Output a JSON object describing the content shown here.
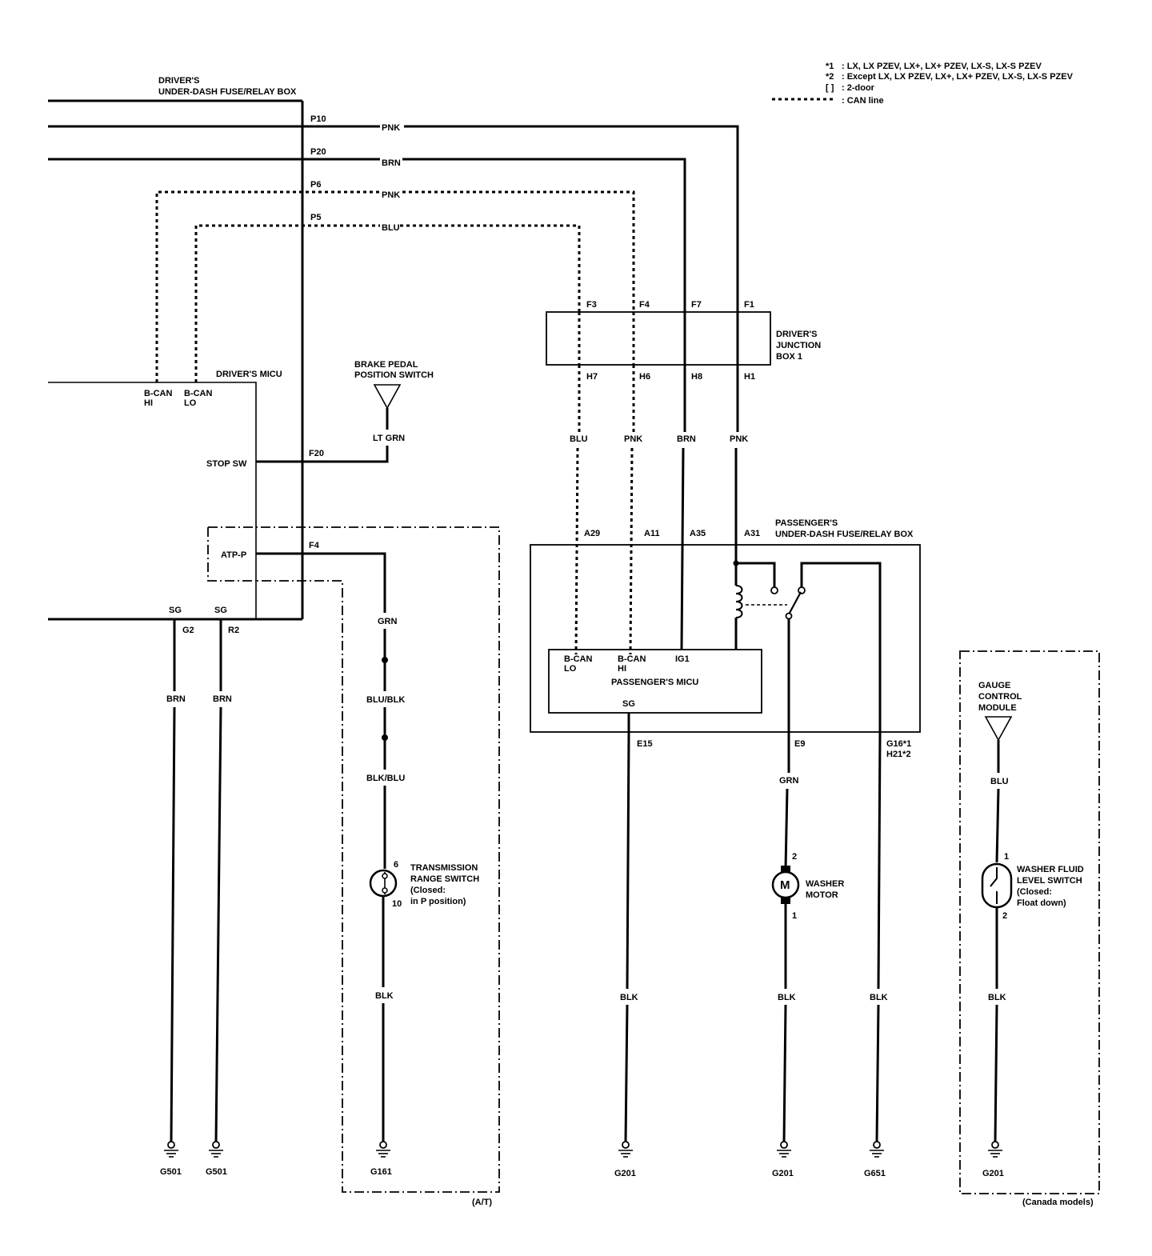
{
  "legend": {
    "note1_mark": "*1",
    "note1_text": ": LX, LX PZEV, LX+, LX+ PZEV, LX-S, LX-S PZEV",
    "note2_mark": "*2",
    "note2_text": ": Except LX, LX PZEV, LX+, LX+ PZEV, LX-S, LX-S PZEV",
    "bracket_mark": "[  ]",
    "bracket_text": ": 2-door",
    "can_text": ": CAN line"
  },
  "drivers_fuse_box": {
    "title_line1": "DRIVER'S",
    "title_line2": "UNDER-DASH FUSE/RELAY BOX",
    "pins": [
      "P10",
      "P20",
      "P6",
      "P5"
    ]
  },
  "wires_top": [
    "PNK",
    "BRN",
    "PNK",
    "BLU"
  ],
  "drivers_micu": {
    "title": "DRIVER'S MICU",
    "bcan_hi_1": "B-CAN",
    "bcan_hi_2": "HI",
    "bcan_lo_1": "B-CAN",
    "bcan_lo_2": "LO",
    "stop_sw": "STOP SW",
    "stop_pin": "F20",
    "atp_label": "ATP-P",
    "atp_pin": "F4",
    "sg1": "SG",
    "sg2": "SG",
    "g2": "G2",
    "r2": "R2"
  },
  "brake_switch": {
    "line1": "BRAKE PEDAL",
    "line2": "POSITION SWITCH",
    "wire": "LT GRN"
  },
  "junction_box": {
    "line1": "DRIVER'S",
    "line2": "JUNCTION",
    "line3": "BOX 1",
    "top_pins": [
      "F3",
      "F4",
      "F7",
      "F1"
    ],
    "bottom_pins": [
      "H7",
      "H6",
      "H8",
      "H1"
    ],
    "wires": [
      "BLU",
      "PNK",
      "BRN",
      "PNK"
    ]
  },
  "pass_fuse_box": {
    "line1": "PASSENGER'S",
    "line2": "UNDER-DASH FUSE/RELAY BOX",
    "pins": [
      "A29",
      "A11",
      "A35",
      "A31"
    ],
    "e15": "E15",
    "e9": "E9",
    "g16": "G16*1",
    "h21": "H21*2"
  },
  "pass_micu": {
    "bcan_lo_1": "B-CAN",
    "bcan_lo_2": "LO",
    "bcan_hi_1": "B-CAN",
    "bcan_hi_2": "HI",
    "ig1": "IG1",
    "title": "PASSENGER'S MICU",
    "sg": "SG"
  },
  "trans_switch": {
    "wire1": "GRN",
    "wire2": "BLU/BLK",
    "wire3": "BLK/BLU",
    "pin_top": "6",
    "pin_bot": "10",
    "line1": "TRANSMISSION",
    "line2": "RANGE SWITCH",
    "line3": "(Closed:",
    "line4": "in P position)",
    "wire4": "BLK",
    "ground": "G161",
    "region_note": "(A/T)"
  },
  "left_grounds": {
    "wire1": "BRN",
    "wire2": "BRN",
    "g1": "G501",
    "g2": "G501"
  },
  "right_side": {
    "e15_wire": "BLK",
    "e15_ground": "G201",
    "motor_wire_top": "GRN",
    "motor_pin_top": "2",
    "motor_symbol": "M",
    "motor_line1": "WASHER",
    "motor_line2": "MOTOR",
    "motor_pin_bot": "1",
    "motor_wire_bot": "BLK",
    "motor_ground": "G201",
    "g16_wire": "BLK",
    "g16_ground": "G651"
  },
  "gauge": {
    "line1": "GAUGE",
    "line2": "CONTROL",
    "line3": "MODULE",
    "wire_top": "BLU",
    "pin_top": "1",
    "sw_line1": "WASHER FLUID",
    "sw_line2": "LEVEL SWITCH",
    "sw_line3": "(Closed:",
    "sw_line4": "Float down)",
    "pin_bot": "2",
    "wire_bot": "BLK",
    "ground": "G201",
    "region_note": "(Canada models)"
  }
}
